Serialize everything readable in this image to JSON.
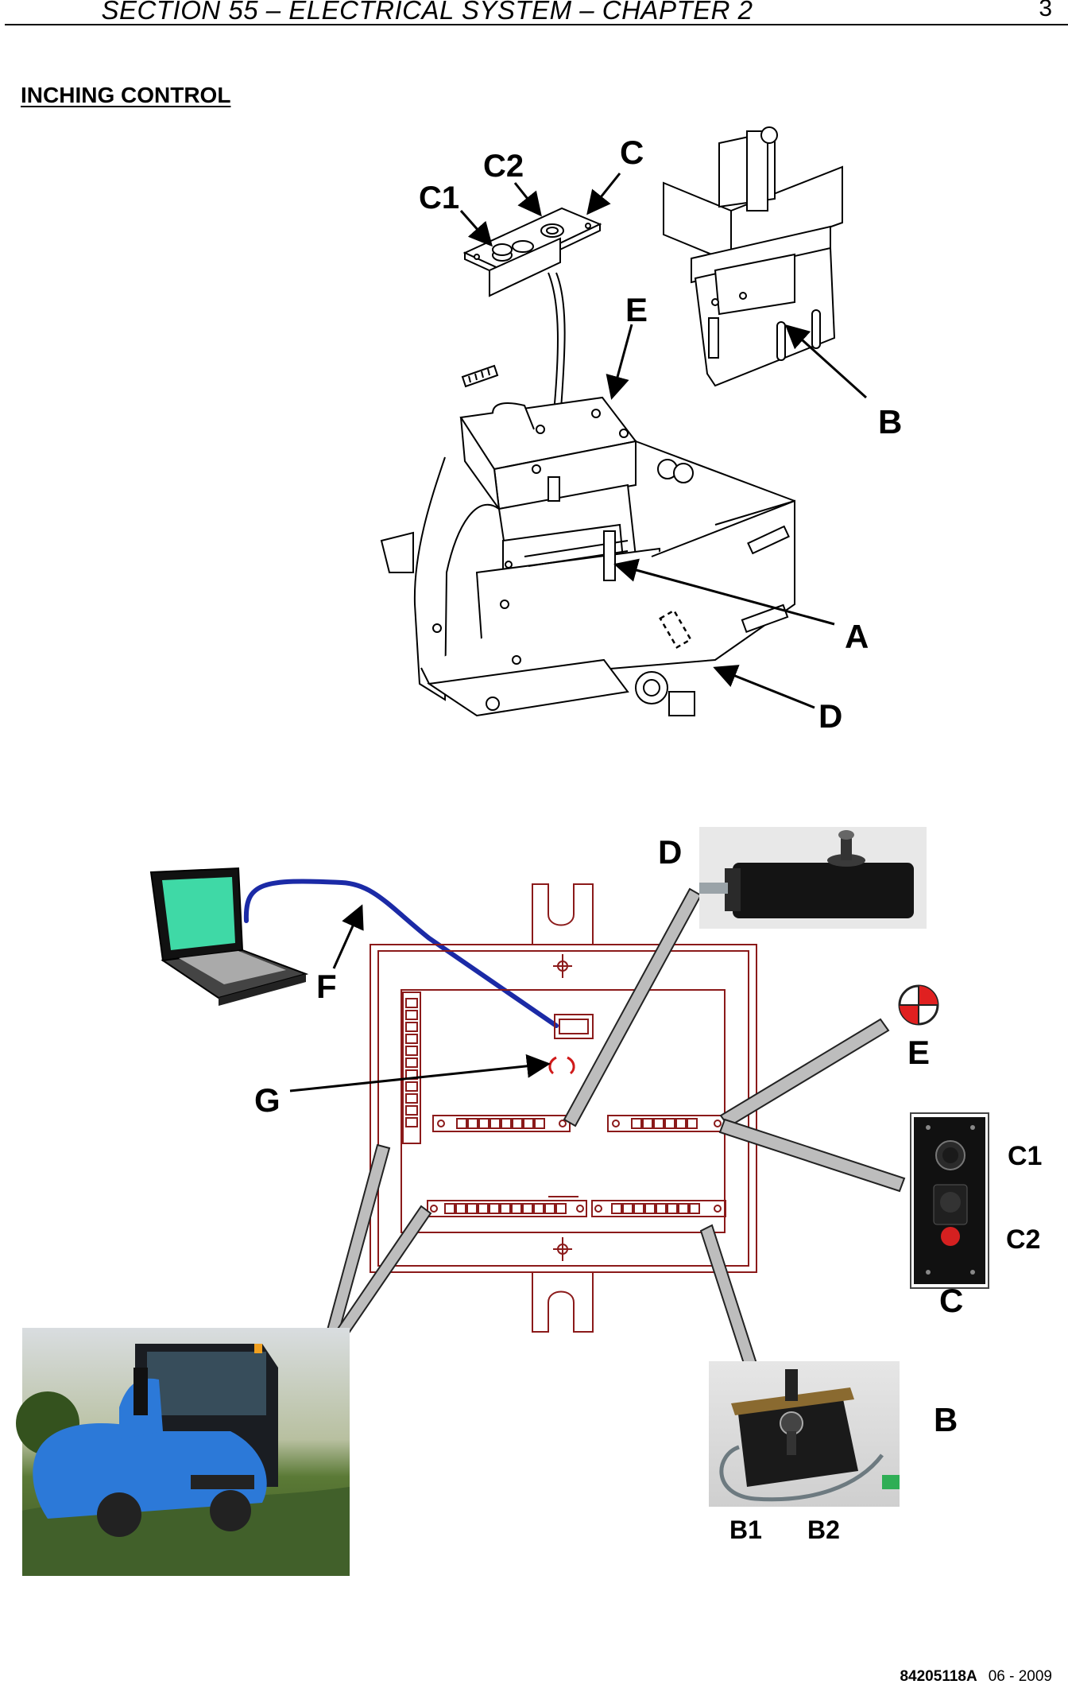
{
  "header": {
    "title": "SECTION 55 – ELECTRICAL SYSTEM – CHAPTER 2",
    "page": "3"
  },
  "section": {
    "title": "INCHING CONTROL"
  },
  "figure_top": {
    "labels": {
      "c1": "C1",
      "c2": "C2",
      "c": "C",
      "e": "E",
      "b": "B",
      "a": "A",
      "d": "D"
    }
  },
  "figure_bottom": {
    "labels": {
      "d": "D",
      "f": "F",
      "e": "E",
      "g": "G",
      "c1": "C1",
      "c2": "C2",
      "c": "C",
      "b": "B",
      "b1": "B1",
      "b2": "B2"
    }
  },
  "footer": {
    "code": "84205118A",
    "date": "06 - 2009"
  }
}
